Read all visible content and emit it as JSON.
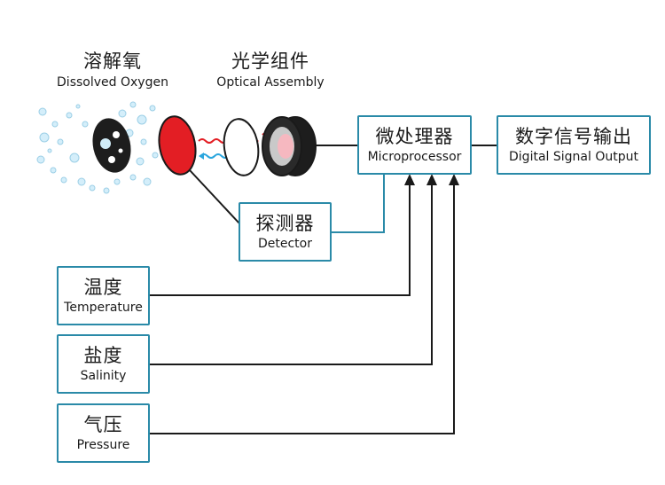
{
  "diagram": {
    "components": {
      "dissolved_oxygen": {
        "zh": "溶解氧",
        "en": "Dissolved Oxygen"
      },
      "optical_assembly": {
        "zh": "光学组件",
        "en": "Optical Assembly"
      },
      "microprocessor": {
        "zh": "微处理器",
        "en": "Microprocessor"
      },
      "digital_output": {
        "zh": "数字信号输出",
        "en": "Digital Signal Output"
      },
      "detector": {
        "zh": "探测器",
        "en": "Detector"
      },
      "temperature": {
        "zh": "温度",
        "en": "Temperature"
      },
      "salinity": {
        "zh": "盐度",
        "en": "Salinity"
      },
      "pressure": {
        "zh": "气压",
        "en": "Pressure"
      }
    },
    "colors": {
      "box_border": "#2a8aa8",
      "line": "#1a1a1a",
      "red_disc": "#e31e24",
      "light_emit": "#e31e24",
      "light_return": "#2ba6de",
      "bubbles": "#bfe3f4"
    },
    "icons": [
      "oxygen-bubbles-icon",
      "sensor-cap-icon",
      "red-film-disc-icon",
      "white-lens-disc-icon",
      "led-ring-icon"
    ]
  }
}
